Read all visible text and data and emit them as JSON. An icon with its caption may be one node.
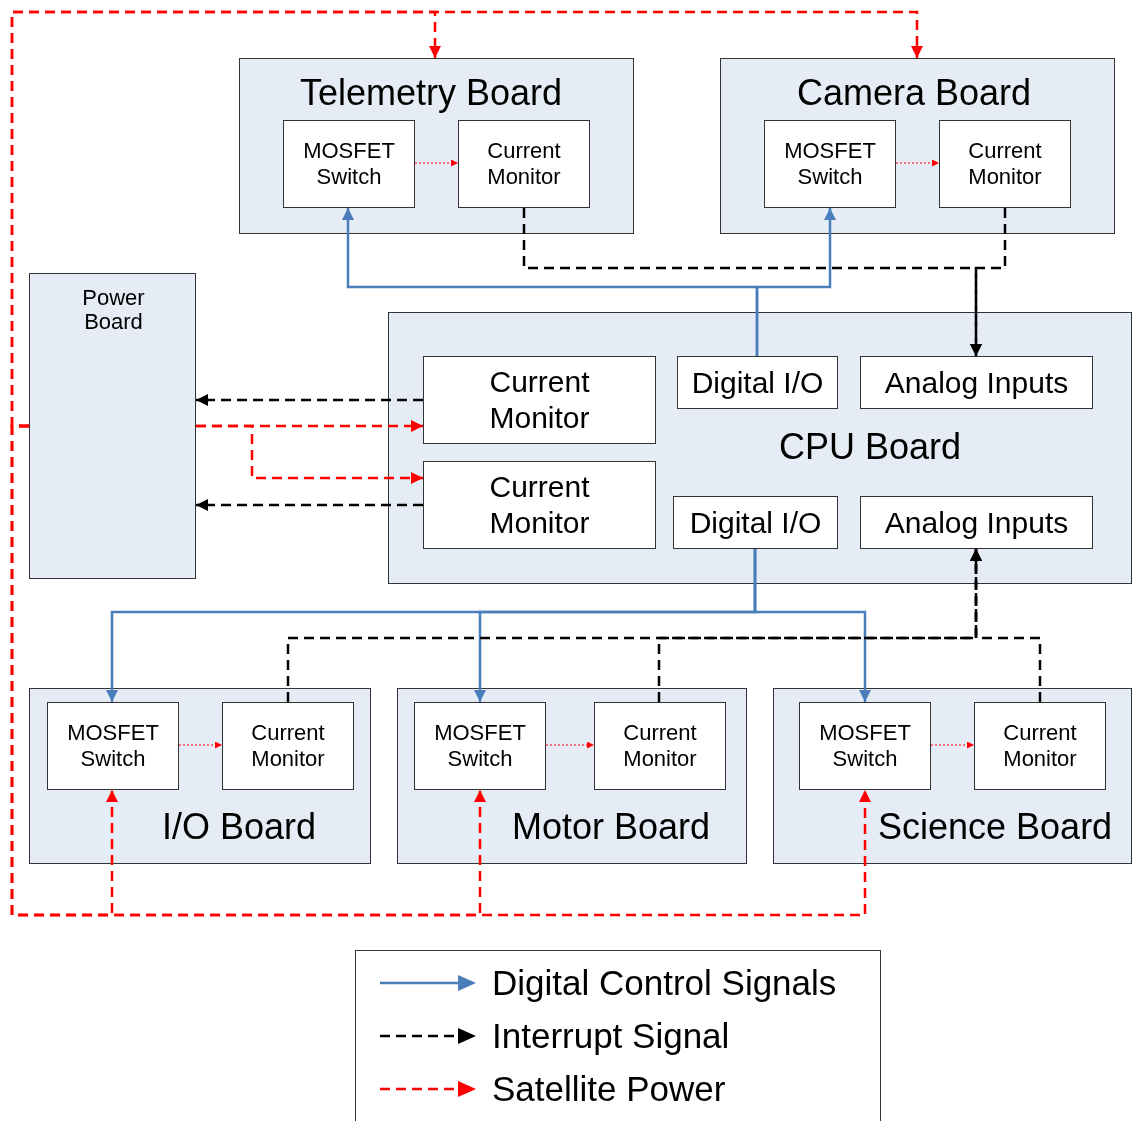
{
  "diagram": {
    "nodes": [
      {
        "text": [
          "Telemetry Board"
        ]
      },
      {
        "text": [
          "MOSFET Switch"
        ],
        "in": 0
      },
      {
        "text": [
          "Current Monitor"
        ],
        "in": 0
      },
      {
        "text": [
          "Camera Board"
        ]
      },
      {
        "text": [
          "MOSFET Switch"
        ],
        "in": 3
      },
      {
        "text": [
          "Current Monitor"
        ],
        "in": 3
      },
      {
        "text": [
          "Power Board"
        ]
      },
      {
        "text": [
          "CPU Board"
        ]
      },
      {
        "text": [
          "Current Monitor"
        ],
        "in": 7
      },
      {
        "text": [
          "Digital I/O"
        ],
        "in": 7
      },
      {
        "text": [
          "Analog Inputs"
        ],
        "in": 7
      },
      {
        "text": [
          "Current Monitor"
        ],
        "in": 7
      },
      {
        "text": [
          "Digital I/O"
        ],
        "in": 7
      },
      {
        "text": [
          "Analog Inputs"
        ],
        "in": 7
      },
      {
        "text": [
          "I/O Board"
        ]
      },
      {
        "text": [
          "MOSFET Switch"
        ],
        "in": 14
      },
      {
        "text": [
          "Current Monitor"
        ],
        "in": 14
      },
      {
        "text": [
          "Motor Board"
        ]
      },
      {
        "text": [
          "MOSFET Switch"
        ],
        "in": 17
      },
      {
        "text": [
          "Current Monitor"
        ],
        "in": 17
      },
      {
        "text": [
          "Science Board"
        ]
      },
      {
        "text": [
          "MOSFET Switch"
        ],
        "in": 20
      },
      {
        "text": [
          "Current Monitor"
        ],
        "in": 20
      }
    ],
    "edges": [
      {
        "from": 9,
        "to": 1,
        "arrow": "to",
        "color": "#4a7ebb"
      },
      {
        "from": 9,
        "to": 4,
        "arrow": "to",
        "color": "#4a7ebb"
      },
      {
        "from": 12,
        "to": 15,
        "arrow": "to",
        "color": "#4a7ebb"
      },
      {
        "from": 12,
        "to": 18,
        "arrow": "to",
        "color": "#4a7ebb"
      },
      {
        "from": 12,
        "to": 21,
        "arrow": "to",
        "color": "#4a7ebb"
      },
      {
        "from": 2,
        "to": 10,
        "arrow": "to",
        "style": "dashed",
        "color": "#000000"
      },
      {
        "from": 5,
        "to": 10,
        "arrow": "to",
        "style": "dashed",
        "color": "#000000"
      },
      {
        "from": 16,
        "to": 13,
        "arrow": "to",
        "style": "dashed",
        "color": "#000000"
      },
      {
        "from": 19,
        "to": 13,
        "arrow": "to",
        "style": "dashed",
        "color": "#000000"
      },
      {
        "from": 22,
        "to": 13,
        "arrow": "to",
        "style": "dashed",
        "color": "#000000"
      },
      {
        "from": 8,
        "to": 6,
        "arrow": "to",
        "style": "dashed",
        "color": "#000000"
      },
      {
        "from": 11,
        "to": 6,
        "arrow": "to",
        "style": "dashed",
        "color": "#000000"
      },
      {
        "from": 6,
        "to": 8,
        "arrow": "to",
        "style": "dashed"
      },
      {
        "from": 6,
        "to": 11,
        "arrow": "to",
        "style": "dashed"
      },
      {
        "from": 6,
        "to": 0,
        "arrow": "to",
        "style": "dashed"
      },
      {
        "from": 6,
        "to": 3,
        "arrow": "to",
        "style": "dashed"
      },
      {
        "from": 6,
        "to": 15,
        "arrow": "to",
        "style": "dashed"
      },
      {
        "from": 6,
        "to": 18,
        "arrow": "to",
        "style": "dashed"
      },
      {
        "from": 6,
        "to": 21,
        "arrow": "to",
        "style": "dashed"
      },
      {
        "from": 1,
        "to": 2,
        "arrow": "to",
        "style": "dashed"
      },
      {
        "from": 4,
        "to": 5,
        "arrow": "to",
        "style": "dashed"
      },
      {
        "from": 15,
        "to": 16,
        "arrow": "to",
        "style": "dashed"
      },
      {
        "from": 18,
        "to": 19,
        "arrow": "to",
        "style": "dashed"
      },
      {
        "from": 21,
        "to": 22,
        "arrow": "to",
        "style": "dashed"
      }
    ],
    "legend": [
      {
        "text": "Digital Control Signals"
      },
      {
        "text": "Interrupt Signal"
      },
      {
        "text": "Satellite Power"
      }
    ]
  }
}
